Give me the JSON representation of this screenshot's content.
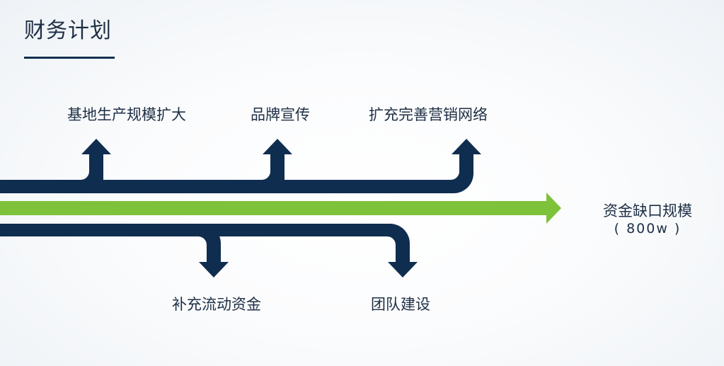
{
  "title": "财务计划",
  "uses_up": [
    "基地生产规模扩大",
    "品牌宣传",
    "扩充完善营销网络"
  ],
  "uses_down": [
    "补充流动资金",
    "团队建设"
  ],
  "gap": {
    "label": "资金缺口规模",
    "amount": "( 800w )"
  },
  "colors": {
    "navy": "#0f2d4f",
    "green": "#7dc23a",
    "text": "#1e2f45"
  }
}
